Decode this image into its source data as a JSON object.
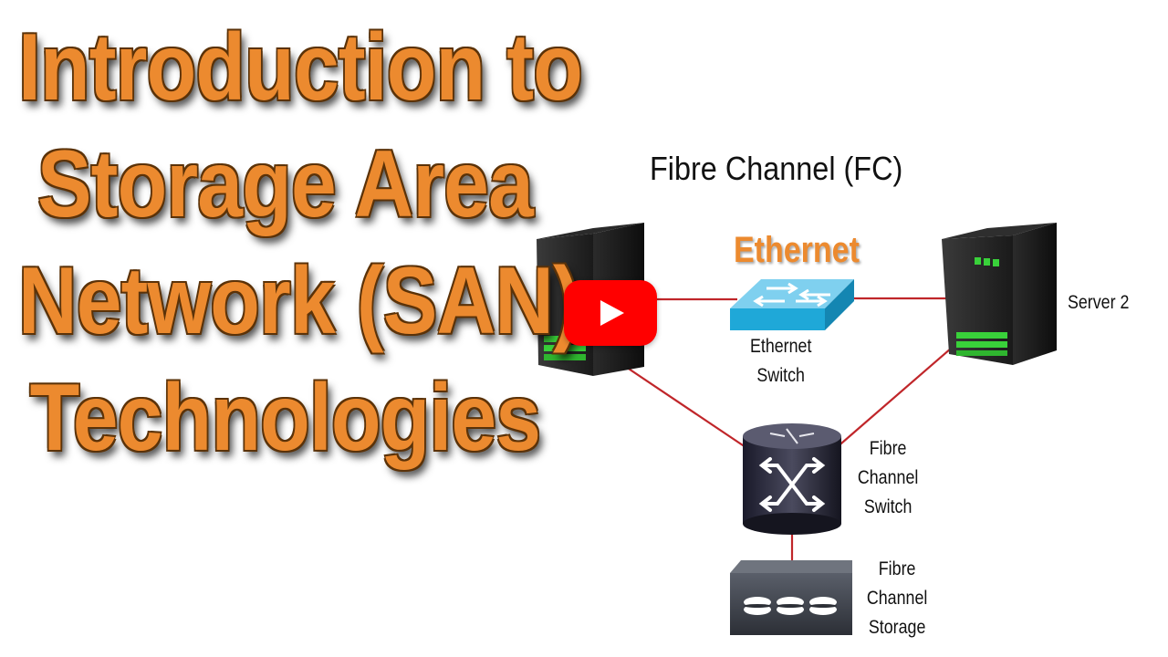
{
  "video": {
    "title_lines": [
      "Introduction to",
      "Storage Area",
      "Network (SAN)",
      "Technologies"
    ],
    "play_button": "play-icon"
  },
  "diagram": {
    "heading": "Fibre Channel (FC)",
    "ethernet_label": "Ethernet",
    "ethernet_switch_label": [
      "Ethernet",
      "Switch"
    ],
    "server2_label": "Server 2",
    "fc_switch_label": [
      "Fibre",
      "Channel",
      "Switch"
    ],
    "fc_storage_label": [
      "Fibre",
      "Channel",
      "Storage"
    ],
    "colors": {
      "link": "#c0262a",
      "accent": "#ec8a2f",
      "switch_blue": "#1fa8d8",
      "server_green": "#39d13a"
    }
  }
}
